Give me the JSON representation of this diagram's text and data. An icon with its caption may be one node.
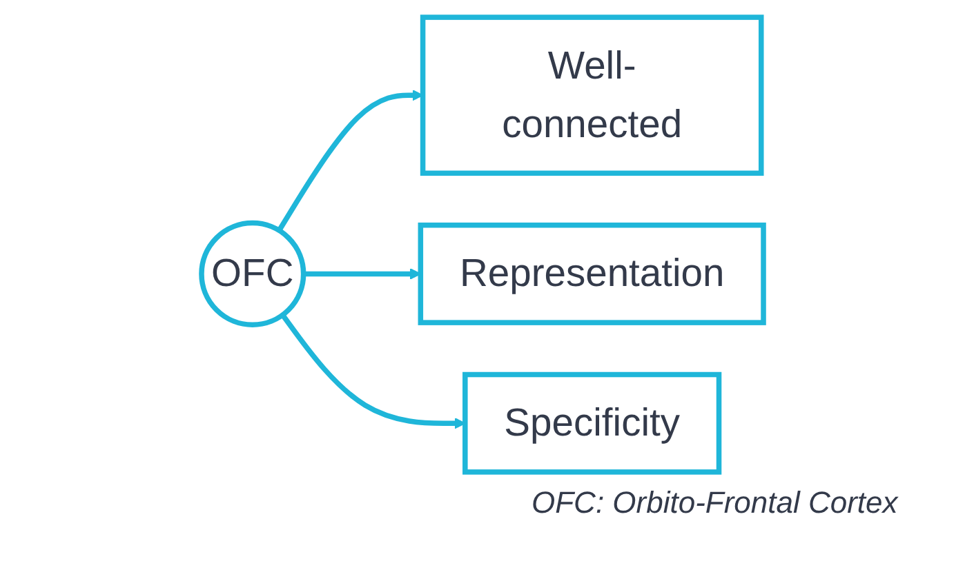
{
  "diagram": {
    "nodes": [
      {
        "text": [
          "OFC"
        ]
      },
      {
        "text": [
          "Well-connected"
        ]
      },
      {
        "text": [
          "Representation"
        ]
      },
      {
        "text": [
          "Specificity"
        ]
      }
    ],
    "edges": [
      {
        "from": 0,
        "to": 1,
        "arrow": "to"
      },
      {
        "from": 0,
        "to": 2,
        "arrow": "to"
      },
      {
        "from": 0,
        "to": 3,
        "arrow": "to"
      }
    ],
    "labels": [
      "OFC: Orbito-Frontal Cortex"
    ]
  }
}
